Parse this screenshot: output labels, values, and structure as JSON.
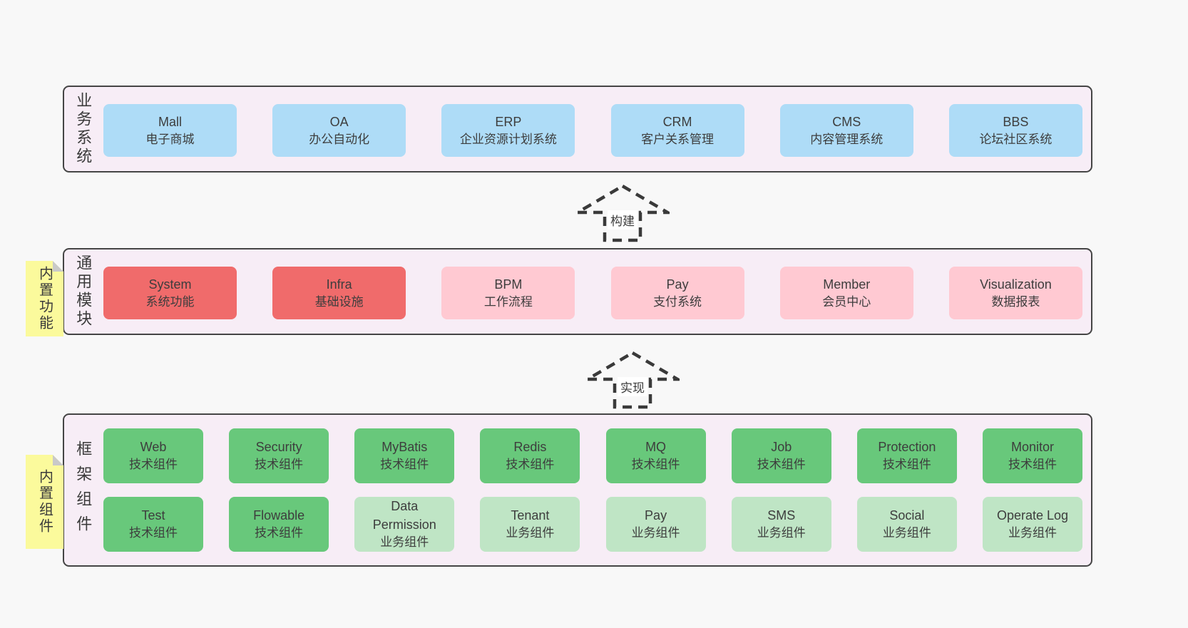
{
  "colors": {
    "page_bg": "#f8f8f8",
    "container_bg": "#f7edf6",
    "container_border": "#454545",
    "blue": "#aedcf7",
    "red": "#f06b6b",
    "pink": "#ffc9d2",
    "green_dark": "#68c87b",
    "green_light": "#bfe5c5",
    "sticky_yellow": "#fbfa9c",
    "fold_gray": "#c9c9c9",
    "text": "#3d3d3d"
  },
  "business": {
    "label": "业务系统",
    "items": [
      {
        "en": "Mall",
        "zh": "电子商城"
      },
      {
        "en": "OA",
        "zh": "办公自动化"
      },
      {
        "en": "ERP",
        "zh": "企业资源计划系统"
      },
      {
        "en": "CRM",
        "zh": "客户关系管理"
      },
      {
        "en": "CMS",
        "zh": "内容管理系统"
      },
      {
        "en": "BBS",
        "zh": "论坛社区系统"
      }
    ]
  },
  "arrow_build": {
    "label": "构建"
  },
  "modules": {
    "sticky": "内置功能",
    "label": "通用模块",
    "items": [
      {
        "en": "System",
        "zh": "系统功能"
      },
      {
        "en": "Infra",
        "zh": "基础设施"
      },
      {
        "en": "BPM",
        "zh": "工作流程"
      },
      {
        "en": "Pay",
        "zh": "支付系统"
      },
      {
        "en": "Member",
        "zh": "会员中心"
      },
      {
        "en": "Visualization",
        "zh": "数据报表"
      }
    ]
  },
  "arrow_implement": {
    "label": "实现"
  },
  "framework": {
    "sticky": "内置组件",
    "label": "框架组件",
    "row1": [
      {
        "en": "Web",
        "zh": "技术组件"
      },
      {
        "en": "Security",
        "zh": "技术组件"
      },
      {
        "en": "MyBatis",
        "zh": "技术组件"
      },
      {
        "en": "Redis",
        "zh": "技术组件"
      },
      {
        "en": "MQ",
        "zh": "技术组件"
      },
      {
        "en": "Job",
        "zh": "技术组件"
      },
      {
        "en": "Protection",
        "zh": "技术组件"
      },
      {
        "en": "Monitor",
        "zh": "技术组件"
      }
    ],
    "row2": [
      {
        "en": "Test",
        "zh": "技术组件"
      },
      {
        "en": "Flowable",
        "zh": "技术组件"
      },
      {
        "en": "Data Permission",
        "zh": "业务组件"
      },
      {
        "en": "Tenant",
        "zh": "业务组件"
      },
      {
        "en": "Pay",
        "zh": "业务组件"
      },
      {
        "en": "SMS",
        "zh": "业务组件"
      },
      {
        "en": "Social",
        "zh": "业务组件"
      },
      {
        "en": "Operate Log",
        "zh": "业务组件"
      }
    ]
  }
}
